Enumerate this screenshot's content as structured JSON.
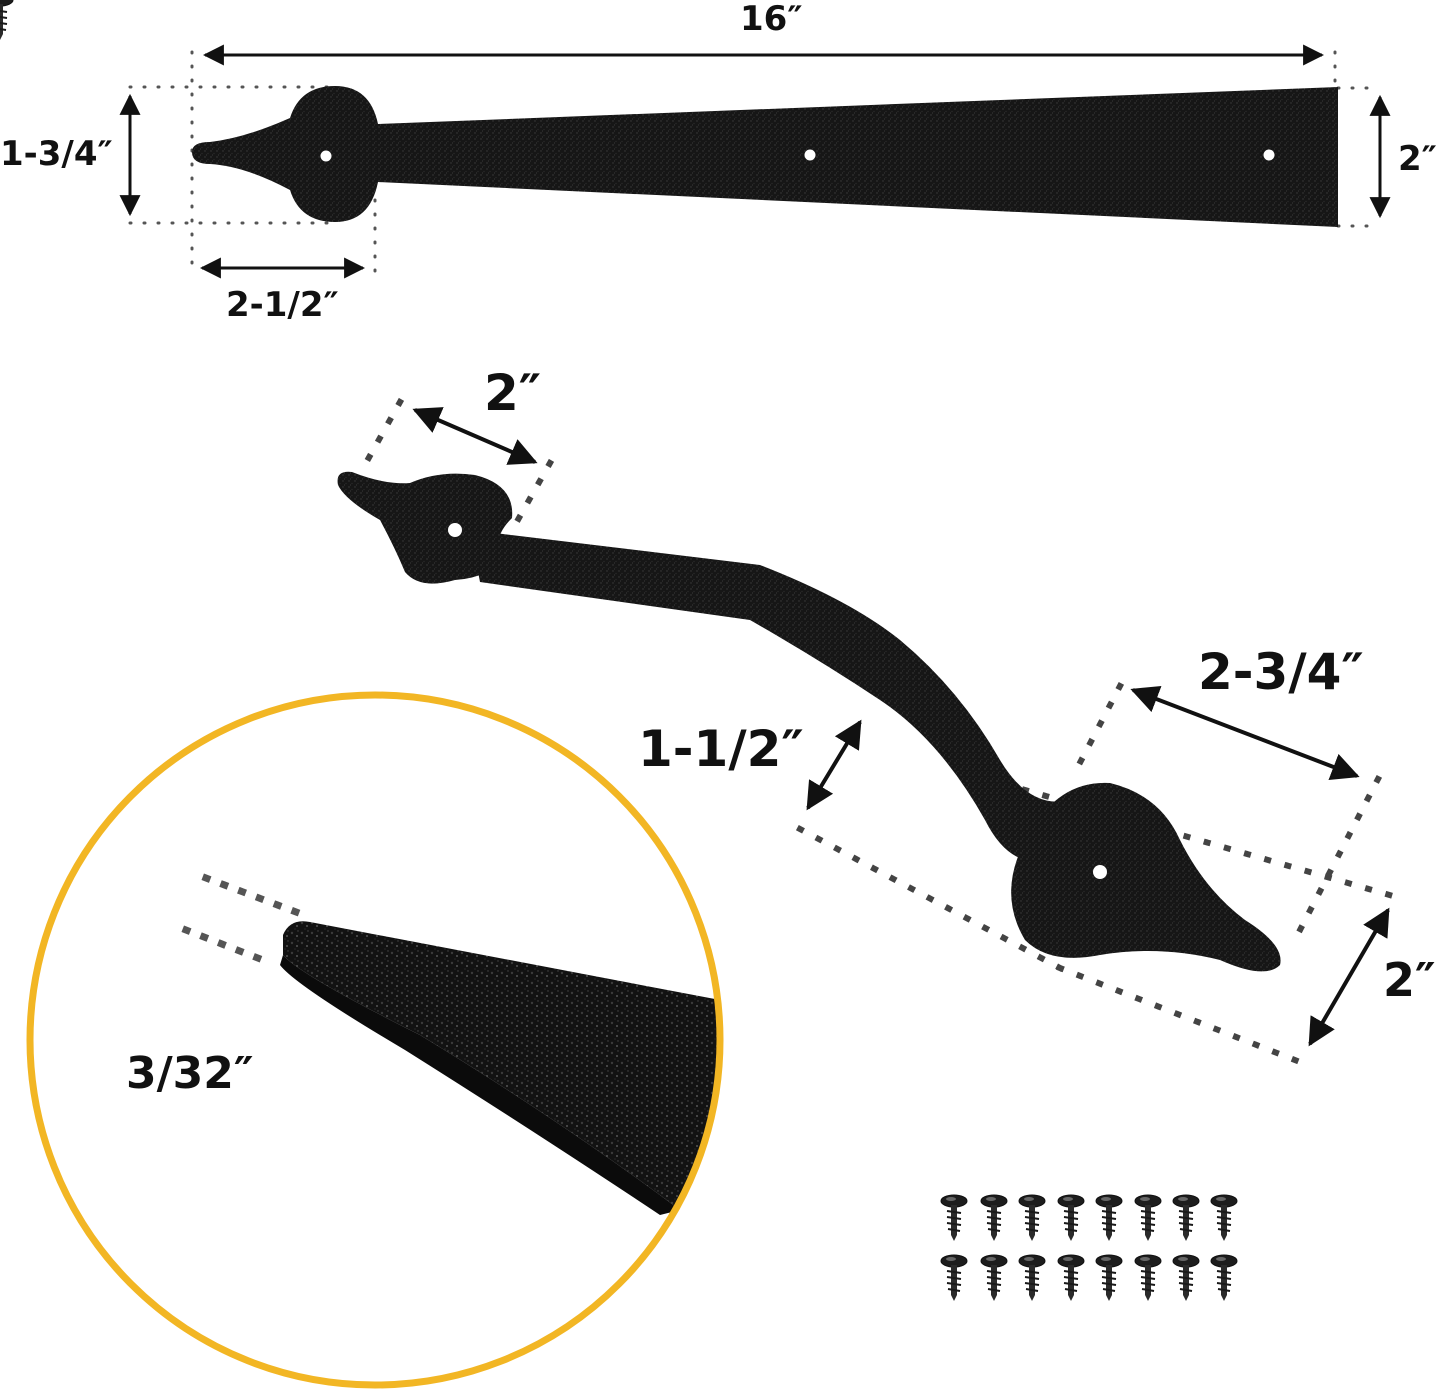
{
  "figure": {
    "title": "Decorative spear hinge and handle dimensions",
    "colors": {
      "background": "#ffffff",
      "metal": "#141414",
      "metal_highlight": "#3a3a3a",
      "dimension_line": "#111111",
      "guide_dots": "#555555",
      "zoom_circle": "#f2b624"
    }
  },
  "hinge_strap": {
    "name": "straight-strap-hinge",
    "dimensions": {
      "overall_length": "16″",
      "spear_head_height": "1-3/4″",
      "spear_head_length": "2-1/2″",
      "strap_end_width": "2″"
    },
    "screw_holes": 3
  },
  "handle": {
    "name": "curved-pull-handle",
    "dimensions": {
      "top_head_width": "2″",
      "grip_depth": "1-1/2″",
      "bottom_head_length": "2-3/4″",
      "bottom_head_width": "2″"
    },
    "screw_holes": 2
  },
  "detail_callout": {
    "name": "thickness-zoom",
    "thickness": "3/32″"
  },
  "hardware": {
    "name": "mounting-screws",
    "rows": 2,
    "per_row": 8,
    "count": 16
  }
}
